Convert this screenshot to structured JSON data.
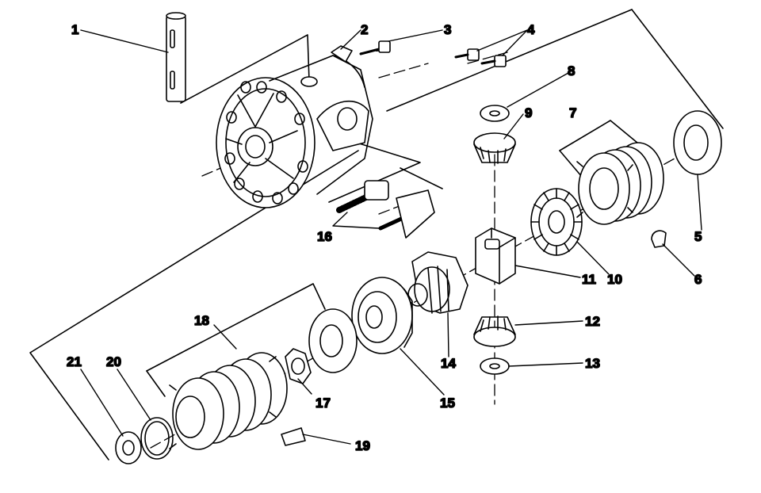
{
  "diagram": {
    "kind": "exploded-parts-view",
    "subject": "differential-assembly",
    "line_color": "#000000",
    "background_color": "#ffffff",
    "callouts": [
      {
        "id": "1",
        "label": "1"
      },
      {
        "id": "2",
        "label": "2"
      },
      {
        "id": "3",
        "label": "3"
      },
      {
        "id": "4",
        "label": "4"
      },
      {
        "id": "5",
        "label": "5"
      },
      {
        "id": "6",
        "label": "6"
      },
      {
        "id": "7",
        "label": "7"
      },
      {
        "id": "8",
        "label": "8"
      },
      {
        "id": "9",
        "label": "9"
      },
      {
        "id": "10",
        "label": "10"
      },
      {
        "id": "11",
        "label": "11"
      },
      {
        "id": "12",
        "label": "12"
      },
      {
        "id": "13",
        "label": "13"
      },
      {
        "id": "14",
        "label": "14"
      },
      {
        "id": "15",
        "label": "15"
      },
      {
        "id": "16",
        "label": "16"
      },
      {
        "id": "17",
        "label": "17"
      },
      {
        "id": "18",
        "label": "18"
      },
      {
        "id": "19",
        "label": "19"
      },
      {
        "id": "20",
        "label": "20"
      },
      {
        "id": "21",
        "label": "21"
      }
    ]
  }
}
